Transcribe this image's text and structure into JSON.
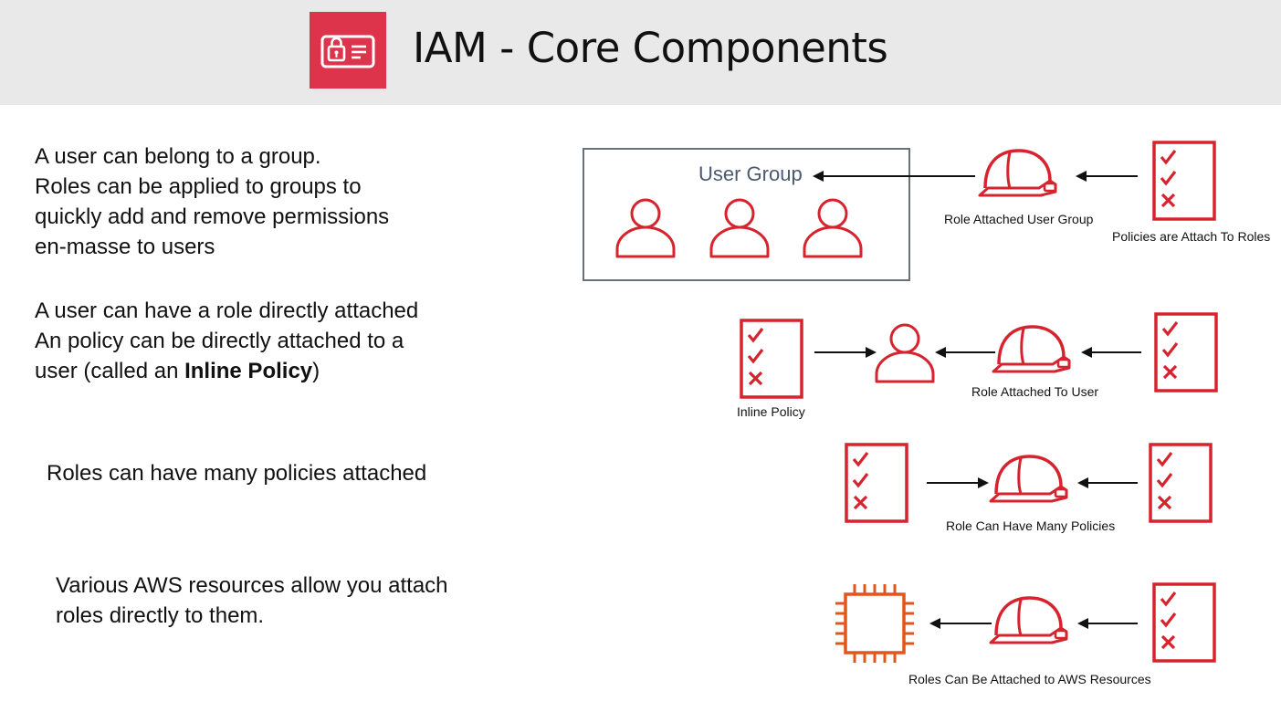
{
  "header": {
    "title": "IAM - Core Components",
    "logo_icon": "iam-identity-card-icon",
    "brand_color": "#dd344c"
  },
  "sections": [
    {
      "lines": [
        "A user can belong to a group.",
        "Roles can be applied to groups to",
        "quickly add and remove permissions",
        "en-masse to users"
      ]
    },
    {
      "lines": [
        "A user can have a role directly attached",
        "An policy can be directly attached to a"
      ],
      "line3_prefix": "user (called an ",
      "line3_bold": "Inline Policy",
      "line3_suffix": ")"
    },
    {
      "lines": [
        "Roles can have many policies attached"
      ]
    },
    {
      "lines": [
        "Various AWS resources allow you attach",
        "roles directly to them."
      ]
    }
  ],
  "diagram": {
    "user_group_label": "User Group",
    "captions": {
      "role_attached_user_group": "Role Attached User Group",
      "policies_attach_to_roles": "Policies are Attach To Roles",
      "inline_policy": "Inline Policy",
      "role_attached_to_user": "Role Attached To User",
      "role_many_policies": "Role Can Have Many Policies",
      "roles_aws_resources": "Roles Can Be Attached to AWS Resources"
    },
    "icons": [
      "user-icon",
      "role-helmet-icon",
      "policy-document-icon",
      "ec2-instance-icon",
      "arrow-icon"
    ],
    "colors": {
      "icon_red": "#d6242f",
      "resource_orange": "#e0561b",
      "box_border": "#687078",
      "label_text": "#4a5a70"
    }
  }
}
